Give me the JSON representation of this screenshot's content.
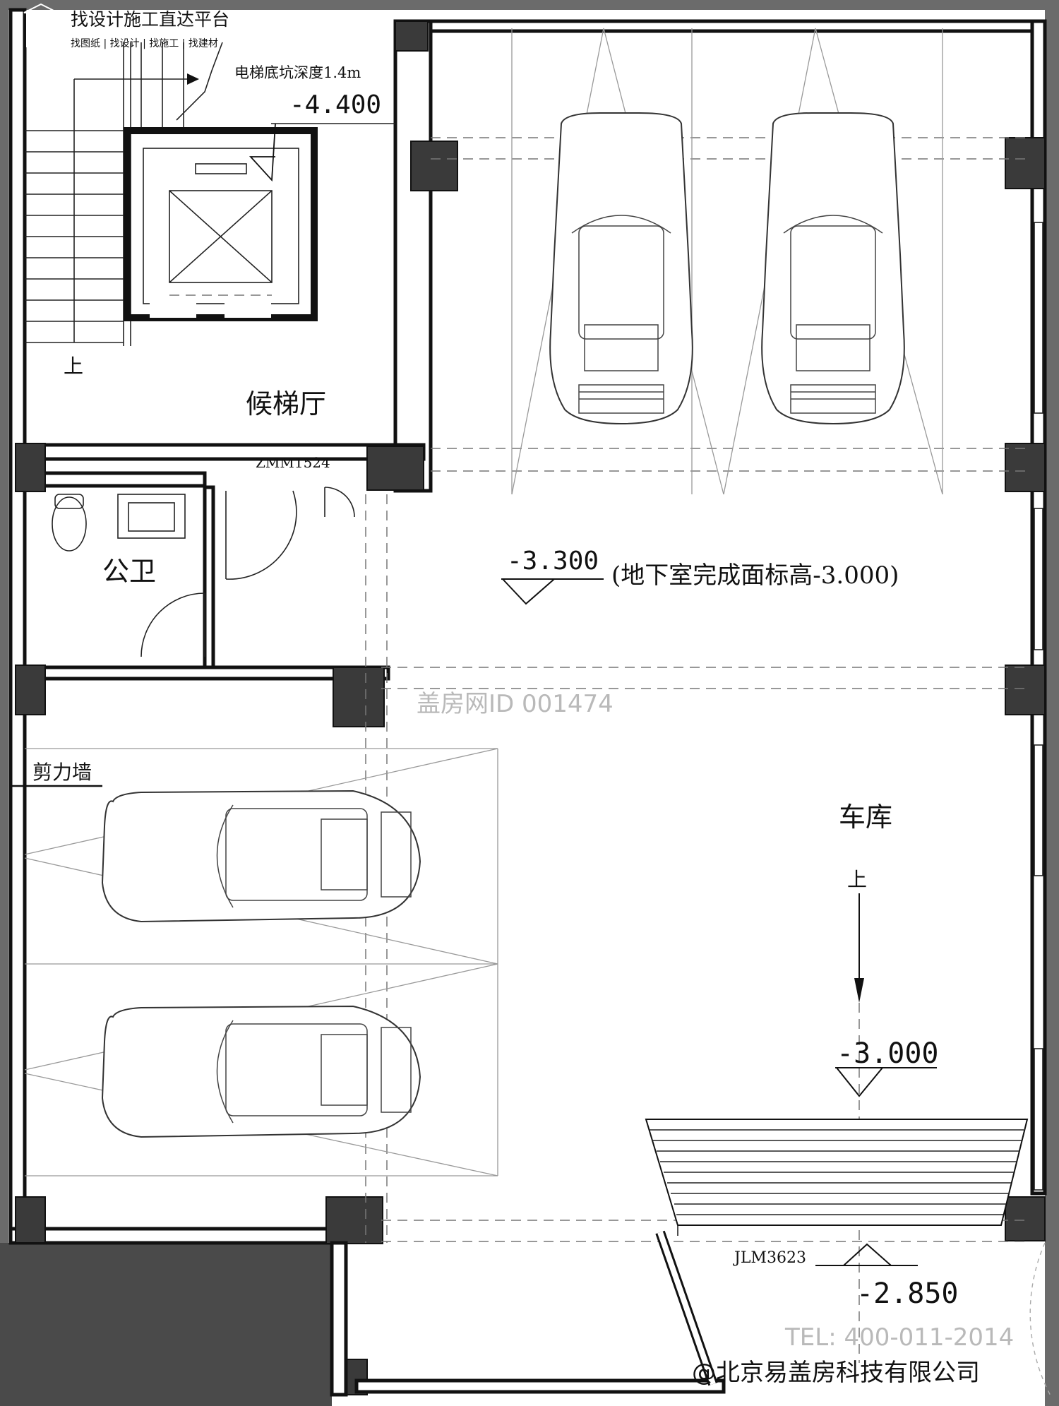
{
  "header": {
    "brand_title": "找设计施工直达平台",
    "brand_subtitle": "找图纸 | 找设计 | 找施工 | 找建材"
  },
  "labels": {
    "elevator_pit_note": "电梯底坑深度1.4m",
    "elevator_pit_level": "-4.400",
    "stair_up_top": "上",
    "elevator_hall": "候梯厅",
    "door_code_top": "ZMM1524",
    "public_wc": "公卫",
    "level_garage": "-3.300",
    "level_garage_note": "(地下室完成面标高-3.000)",
    "shear_wall": "剪力墙",
    "garage": "车库",
    "ramp_up": "上",
    "level_ramp": "-3.000",
    "door_code_bottom": "JLM3623",
    "level_entry": "-2.850"
  },
  "watermarks": {
    "id": "盖房网ID 001474",
    "tel": "TEL: 400-011-2014",
    "company": "@北京易盖房科技有限公司"
  }
}
